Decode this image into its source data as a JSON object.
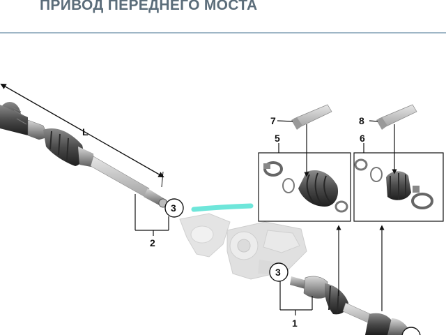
{
  "title": "ПРИВОД ПЕРЕДНЕГО МОСТА",
  "labels": {
    "dimension": "L",
    "part_1": "1",
    "part_2": "2",
    "part_3_left": "3",
    "part_3_center": "3",
    "part_5": "5",
    "part_6": "6",
    "part_7": "7",
    "part_8": "8"
  },
  "colors": {
    "header_text": "#5b6d7a",
    "header_rule": "#9fb6c6",
    "highlight": "#5ee3d6",
    "line": "#111111"
  }
}
